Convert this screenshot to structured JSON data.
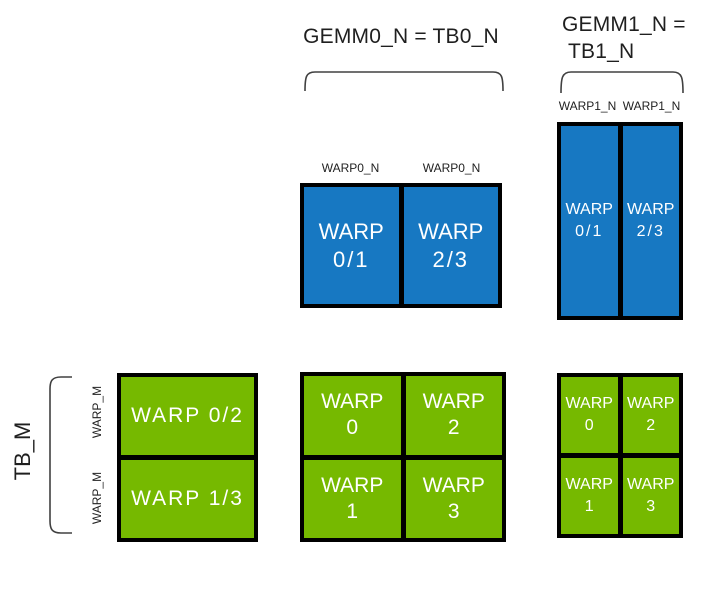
{
  "titles": {
    "gemm0": "GEMM0_N = TB0_N",
    "gemm1_line1": "GEMM1_N =",
    "gemm1_line2": "TB1_N",
    "tb_m": "TB_M"
  },
  "tick_labels": {
    "warp0_n_left": "WARP0_N",
    "warp0_n_right": "WARP0_N",
    "warp1_n_left": "WARP1_N",
    "warp1_n_right": "WARP1_N",
    "warp_m_top": "WARP_M",
    "warp_m_bottom": "WARP_M"
  },
  "blocks": {
    "gemm0_accum": {
      "cells": [
        {
          "l1": "WARP",
          "l2": "0/1"
        },
        {
          "l1": "WARP",
          "l2": "2/3"
        }
      ]
    },
    "gemm1_accum": {
      "cells": [
        {
          "l1": "WARP",
          "l2": "0/1"
        },
        {
          "l1": "WARP",
          "l2": "2/3"
        }
      ]
    },
    "tb_rows": {
      "cells": [
        {
          "label": "WARP 0/2"
        },
        {
          "label": "WARP 1/3"
        }
      ]
    },
    "gemm0_warps": {
      "cells": [
        {
          "l1": "WARP",
          "l2": "0"
        },
        {
          "l1": "WARP",
          "l2": "2"
        },
        {
          "l1": "WARP",
          "l2": "1"
        },
        {
          "l1": "WARP",
          "l2": "3"
        }
      ]
    },
    "gemm1_warps": {
      "cells": [
        {
          "l1": "WARP",
          "l2": "0"
        },
        {
          "l1": "WARP",
          "l2": "2"
        },
        {
          "l1": "WARP",
          "l2": "1"
        },
        {
          "l1": "WARP",
          "l2": "3"
        }
      ]
    }
  },
  "colors": {
    "blue": "#1778C2",
    "green": "#76B900",
    "border": "#000000",
    "bracket": "#404040",
    "text_dark": "#1F1F1F",
    "text_light": "#FFFFFF"
  }
}
